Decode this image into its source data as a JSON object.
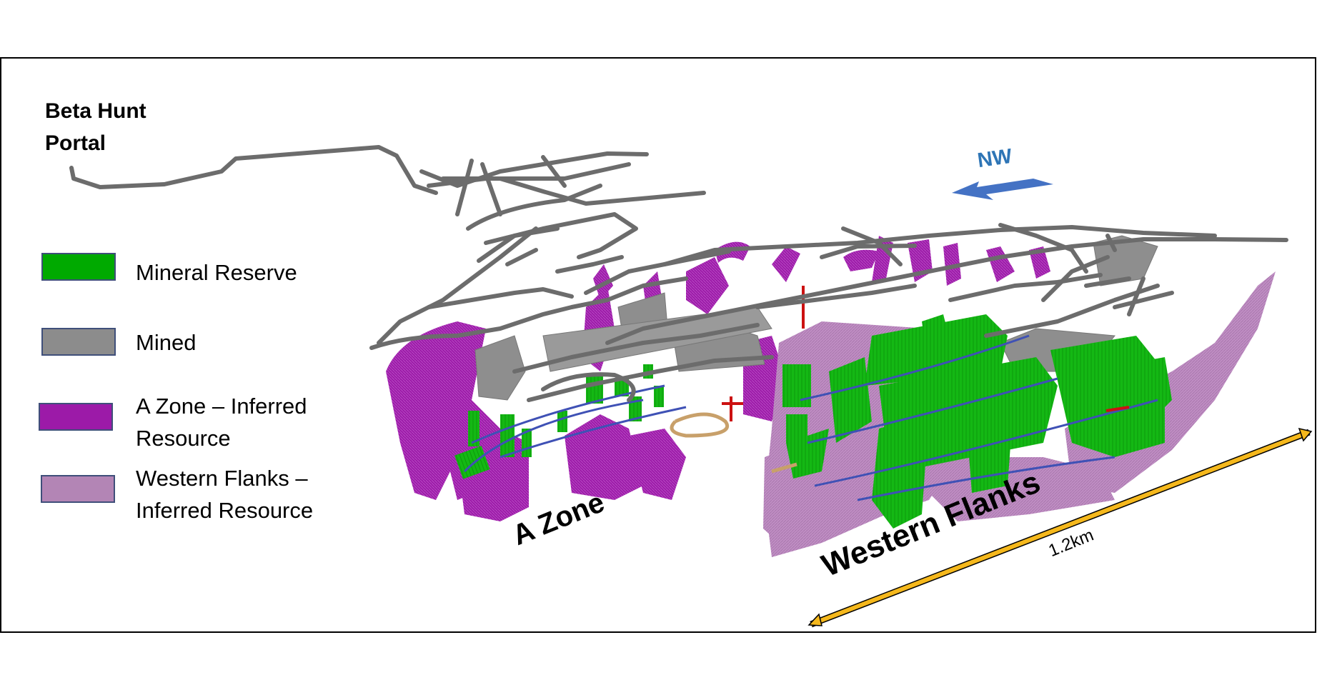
{
  "diagram": {
    "title_line1": "Beta Hunt",
    "title_line2": "Portal",
    "direction": {
      "label": "NW",
      "color": "#4472c4",
      "text_color": "#2e75b6"
    },
    "zones": [
      {
        "label": "A Zone"
      },
      {
        "label": "Western Flanks"
      }
    ],
    "scale_bar": {
      "label": "1.2km",
      "color": "#f5b81c"
    },
    "legend": [
      {
        "label_line1": "Mineral Reserve",
        "label_line2": "",
        "color": "#00aa00"
      },
      {
        "label_line1": "Mined",
        "label_line2": "",
        "color": "#8c8c8c"
      },
      {
        "label_line1": "A Zone – Inferred",
        "label_line2": "Resource",
        "color": "#9c1aa8"
      },
      {
        "label_line1": "Western Flanks –",
        "label_line2": "Inferred Resource",
        "color": "#b385b5"
      }
    ]
  }
}
